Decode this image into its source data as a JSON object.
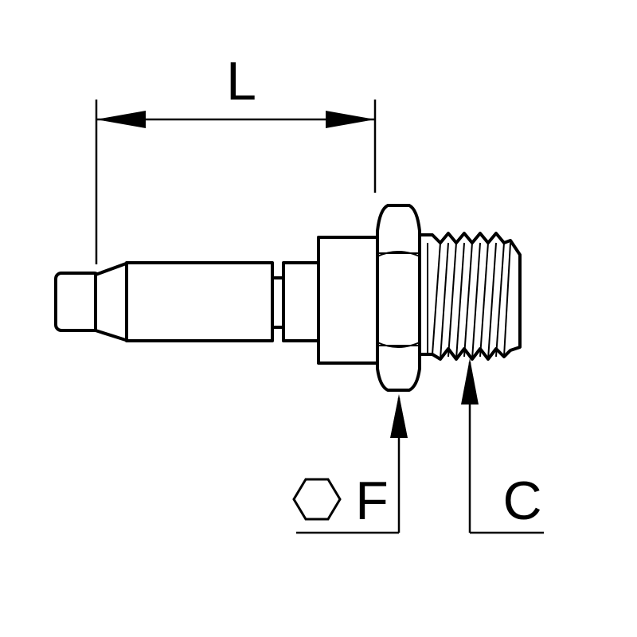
{
  "dimensions": {
    "length": {
      "symbol": "L"
    },
    "hex": {
      "symbol": "F",
      "icon": "hexagon-icon"
    },
    "thread": {
      "symbol": "C"
    }
  },
  "colors": {
    "line": "#000000",
    "background": "#ffffff"
  }
}
